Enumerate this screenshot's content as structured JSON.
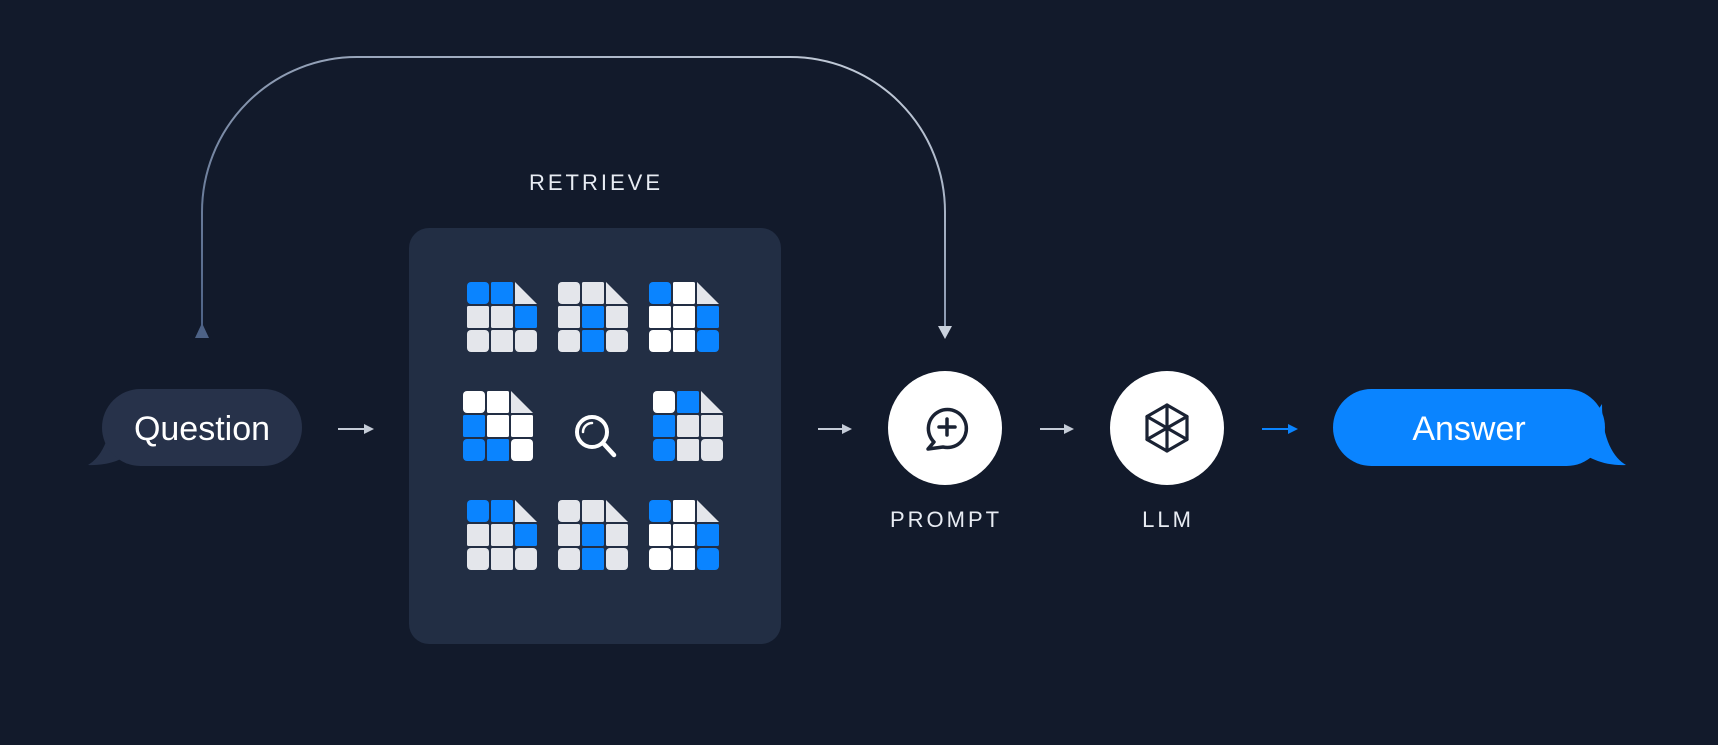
{
  "diagram": {
    "retrieve_label": "RETRIEVE",
    "question_label": "Question",
    "prompt_label": "PROMPT",
    "llm_label": "LLM",
    "answer_label": "Answer"
  },
  "colors": {
    "background": "#121a2b",
    "panel": "#222e44",
    "accent_blue": "#0a84ff",
    "question_bubble": "#27324a",
    "doc_gray": "#e4e6eb",
    "doc_white": "#ffffff",
    "arrow_gray": "#c5ccd8",
    "loop_line_start": "#4d6286",
    "loop_line_end": "#c9d1dd"
  },
  "icons": {
    "document": "grid-document-icon",
    "search": "magnifier-icon",
    "prompt": "chat-plus-icon",
    "llm": "hexagon-cube-icon"
  },
  "documents": [
    {
      "pattern": [
        "b",
        "b",
        "f",
        "g",
        "g",
        "b",
        "g",
        "g",
        "g"
      ]
    },
    {
      "pattern": [
        "g",
        "g",
        "f",
        "g",
        "b",
        "g",
        "g",
        "b",
        "g"
      ]
    },
    {
      "pattern": [
        "b",
        "w",
        "f",
        "w",
        "w",
        "b",
        "w",
        "w",
        "b"
      ]
    },
    {
      "pattern": [
        "w",
        "w",
        "f",
        "b",
        "w",
        "w",
        "b",
        "b",
        "w"
      ]
    },
    {
      "pattern": [
        "w",
        "b",
        "f",
        "b",
        "g",
        "g",
        "b",
        "g",
        "g"
      ]
    },
    {
      "pattern": [
        "b",
        "b",
        "f",
        "g",
        "g",
        "b",
        "g",
        "g",
        "g"
      ]
    },
    {
      "pattern": [
        "g",
        "g",
        "f",
        "g",
        "b",
        "g",
        "g",
        "b",
        "g"
      ]
    },
    {
      "pattern": [
        "b",
        "w",
        "f",
        "w",
        "w",
        "b",
        "w",
        "w",
        "b"
      ]
    }
  ]
}
